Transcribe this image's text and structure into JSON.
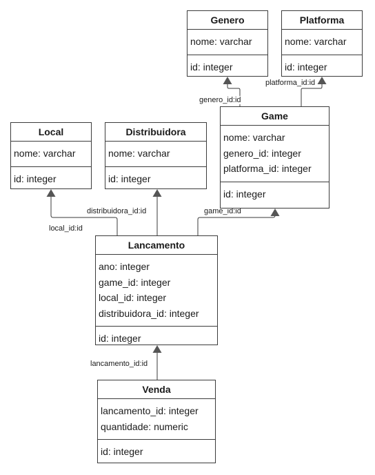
{
  "entities": {
    "genero": {
      "title": "Genero",
      "attrs": [
        "nome: varchar"
      ],
      "pk": "id: integer"
    },
    "platforma": {
      "title": "Platforma",
      "attrs": [
        "nome: varchar"
      ],
      "pk": "id: integer"
    },
    "game": {
      "title": "Game",
      "attrs": [
        "nome: varchar",
        "genero_id: integer",
        "platforma_id: integer"
      ],
      "pk": "id: integer"
    },
    "local": {
      "title": "Local",
      "attrs": [
        "nome: varchar"
      ],
      "pk": "id: integer"
    },
    "distribuidora": {
      "title": "Distribuidora",
      "attrs": [
        "nome: varchar"
      ],
      "pk": "id: integer"
    },
    "lancamento": {
      "title": "Lancamento",
      "attrs": [
        "ano: integer",
        "game_id: integer",
        "local_id: integer",
        "distribuidora_id: integer"
      ],
      "pk": "id: integer"
    },
    "venda": {
      "title": "Venda",
      "attrs": [
        "lancamento_id: integer",
        "quantidade: numeric"
      ],
      "pk": "id: integer"
    }
  },
  "relations": {
    "genero_id": "genero_id:id",
    "platforma_id": "platforma_id:id",
    "distribuidora_id": "distribuidora_id:id",
    "local_id": "local_id:id",
    "game_id": "game_id:id",
    "lancamento_id": "lancamento_id:id"
  },
  "colors": {
    "line": "#3a3a3a",
    "arrow": "#555555",
    "text": "#1a1a1a"
  }
}
